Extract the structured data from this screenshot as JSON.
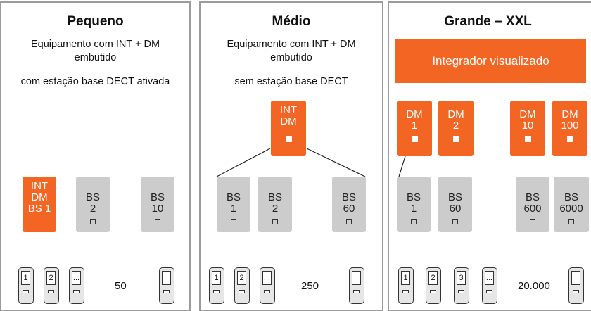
{
  "panels": {
    "small": {
      "title": "Pequeno",
      "desc1": "Equipamento com INT + DM embutido",
      "desc2": "com estação base DECT ativada",
      "combo": [
        "INT",
        "DM",
        "BS 1"
      ],
      "bs": [
        [
          "BS",
          "2"
        ],
        [
          "BS",
          "10"
        ]
      ],
      "handsets": [
        "1",
        "2",
        "...",
        ""
      ],
      "count": "50"
    },
    "medium": {
      "title": "Médio",
      "desc1": "Equipamento com INT + DM embutido",
      "desc2": "sem estação base DECT",
      "intdm": [
        "INT",
        "DM"
      ],
      "bs": [
        [
          "BS",
          "1"
        ],
        [
          "BS",
          "2"
        ],
        [
          "BS",
          "60"
        ]
      ],
      "handsets": [
        "1",
        "2",
        "...",
        ""
      ],
      "count": "250"
    },
    "large": {
      "title": "Grande – XXL",
      "integrator": "Integrador visualizado",
      "dm": [
        [
          "DM",
          "1"
        ],
        [
          "DM",
          "2"
        ],
        [
          "DM",
          "10"
        ],
        [
          "DM",
          "100"
        ]
      ],
      "bs": [
        [
          "BS",
          "1"
        ],
        [
          "BS",
          "60"
        ],
        [
          "BS",
          "600"
        ],
        [
          "BS",
          "6000"
        ]
      ],
      "handsets": [
        "1",
        "2",
        "3",
        "...",
        ""
      ],
      "count": "20.000"
    }
  },
  "colors": {
    "orange": "#f26522",
    "gray": "#cccccc",
    "border": "#9b9b9b"
  }
}
